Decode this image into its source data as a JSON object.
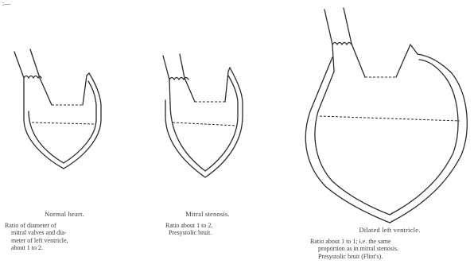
{
  "corner_mark": ":—",
  "figures": [
    {
      "title": "Normal heart.",
      "lines": [
        "Ratio of diameter of",
        "mitral valves and dia-",
        "meter of left ventricle,",
        "about 1 to 2."
      ]
    },
    {
      "title": "Mitral stenosis.",
      "lines": [
        "Ratio about 1 to 2.",
        "Presystolic bruit."
      ]
    },
    {
      "title": "Dilated left ventricle.",
      "lines": [
        "Ratio about 1 to 1; i.e. the same",
        "proportion as in mitral stenosis.",
        "Presystolic bruit (Flint's)."
      ]
    }
  ]
}
